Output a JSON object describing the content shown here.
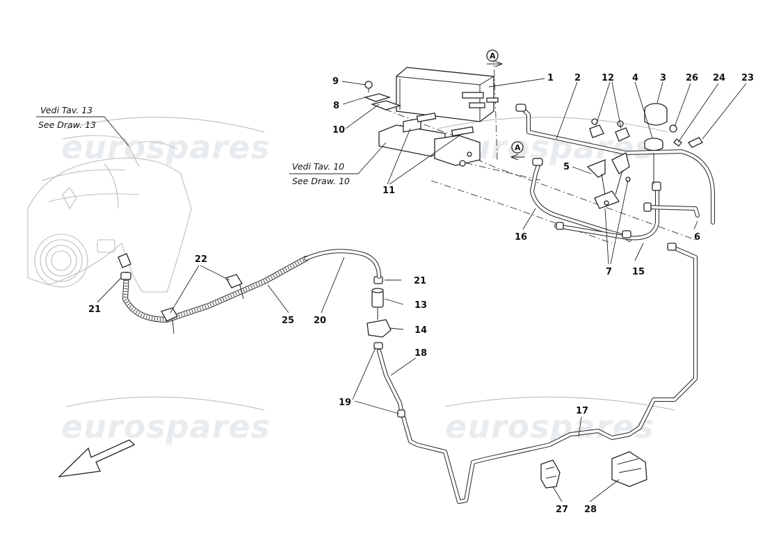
{
  "watermarks": [
    "eurospares",
    "eurospares",
    "eurospares",
    "eurospares"
  ],
  "references": {
    "draw13": {
      "it": "Vedi Tav. 13",
      "en": "See Draw. 13"
    },
    "draw10": {
      "it": "Vedi Tav. 10",
      "en": "See Draw. 10"
    }
  },
  "section_marker": "A",
  "callouts": [
    "1",
    "2",
    "3",
    "4",
    "5",
    "6",
    "7",
    "8",
    "9",
    "10",
    "11",
    "12",
    "13",
    "14",
    "15",
    "16",
    "17",
    "18",
    "19",
    "20",
    "21",
    "21",
    "22",
    "23",
    "24",
    "25",
    "26",
    "27",
    "28"
  ]
}
